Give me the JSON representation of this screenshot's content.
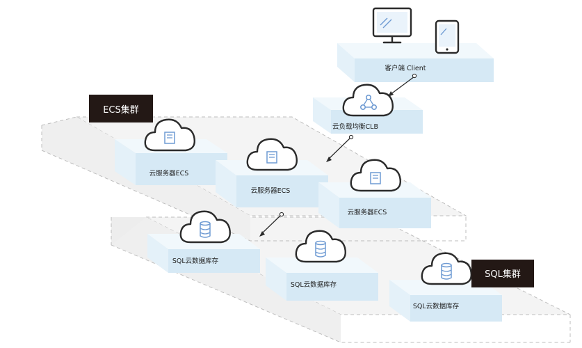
{
  "client": {
    "label": "客户端 Client",
    "icons": [
      "desktop-monitor-icon",
      "tablet-icon"
    ]
  },
  "clb": {
    "label": "云负载均衡CLB",
    "icon": "network-share-icon"
  },
  "ecs_cluster": {
    "tag": "ECS集群",
    "servers": [
      {
        "label": "云服务器ECS",
        "icon": "cloud-server-icon"
      },
      {
        "label": "云服务器ECS",
        "icon": "cloud-server-icon"
      },
      {
        "label": "云服务器ECS",
        "icon": "cloud-server-icon"
      }
    ]
  },
  "sql_cluster": {
    "tag": "SQL集群",
    "dbs": [
      {
        "label": "SQL云数据库存",
        "icon": "cloud-database-icon"
      },
      {
        "label": "SQL云数据库存",
        "icon": "cloud-database-icon"
      },
      {
        "label": "SQL云数据库存",
        "icon": "cloud-database-icon"
      }
    ]
  },
  "colors": {
    "tag_bg": "#231815",
    "tile_top": "#f1f8fc",
    "tile_side": "#d6e9f5",
    "cluster_bg": "#f4f4f4",
    "icon_blue": "#6f9bd3",
    "outline": "#2b2b2b"
  }
}
